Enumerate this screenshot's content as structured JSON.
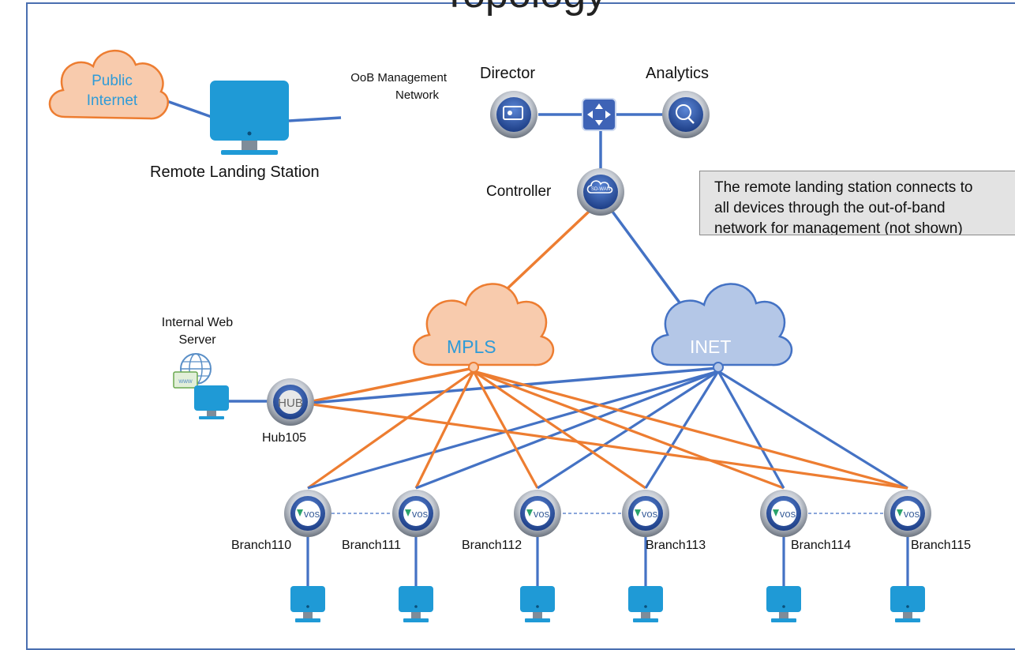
{
  "title": "Topology",
  "nodes": {
    "public_internet": [
      "Public",
      "Internet"
    ],
    "oob_network": [
      "OoB Management",
      "Network"
    ],
    "remote_landing_station": "Remote Landing Station",
    "director": "Director",
    "analytics": "Analytics",
    "controller": "Controller",
    "controller_badge": "SD-WAN",
    "web_server": [
      "Internal Web",
      "Server"
    ],
    "web_server_badge": "www",
    "hub_badge": "HUB",
    "hub": "Hub105",
    "mpls": "MPLS",
    "inet": "INET",
    "vos_badge": "vos",
    "branches": [
      "Branch110",
      "Branch111",
      "Branch112",
      "Branch113",
      "Branch114",
      "Branch115"
    ]
  },
  "note": [
    "The remote landing station connects to",
    "all devices through the out-of-band",
    "network for management (not shown)"
  ],
  "colors": {
    "blue_link": "#4472c4",
    "orange_link": "#ed7d31",
    "mpls_fill": "#f8cbad",
    "mpls_text": "#2f9bd7",
    "inet_fill": "#b4c7e7",
    "monitor_blue": "#1f9ad6",
    "frame": "#4a6fb0"
  }
}
